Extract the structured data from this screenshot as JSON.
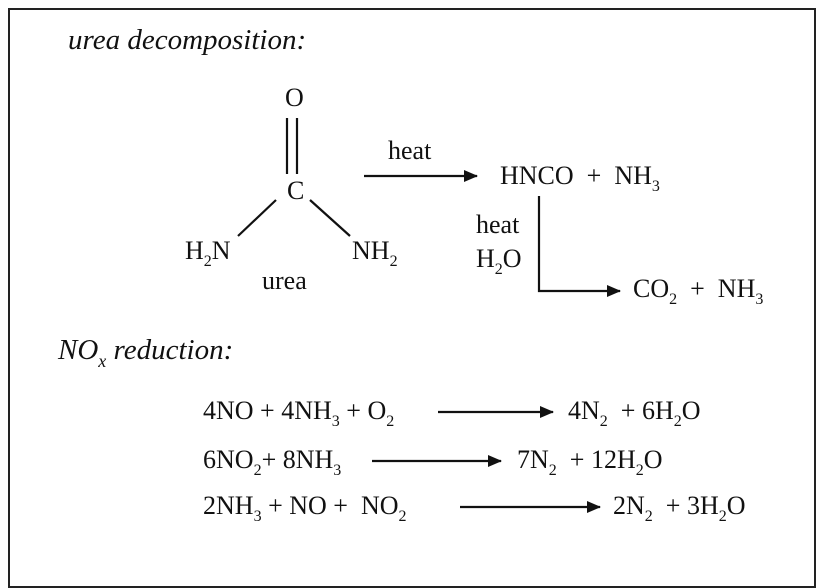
{
  "headings": {
    "urea_decomposition": "urea decomposition:",
    "nox_prefix": "NO",
    "nox_sub": "x",
    "nox_suffix": " reduction:"
  },
  "urea_structure": {
    "top_atom": "O",
    "center_atom": "C",
    "left_group": "H",
    "left_sub": "2",
    "left_end": "N",
    "right_group": "NH",
    "right_sub": "2",
    "name": "urea"
  },
  "reaction1": {
    "condition": "heat",
    "product_a": "HNCO",
    "plus": "+",
    "product_b": "NH",
    "product_b_sub": "3"
  },
  "reaction2": {
    "condition_1": "heat",
    "condition_2": "H",
    "condition_2_sub": "2",
    "condition_2_end": "O",
    "product_a": "CO",
    "product_a_sub": "2",
    "plus": "+",
    "product_b": "NH",
    "product_b_sub": "3"
  },
  "nox_reactions": [
    {
      "reactants": [
        {
          "t": "4NO + 4NH",
          "s": "3"
        },
        {
          "t": " + O",
          "s": "2"
        }
      ],
      "products": [
        {
          "t": "4N",
          "s": "2"
        },
        {
          "t": "  + 6H",
          "s": "2"
        },
        {
          "t": "O",
          "s": ""
        }
      ]
    },
    {
      "reactants": [
        {
          "t": "6NO",
          "s": "2"
        },
        {
          "t": "+ 8NH",
          "s": "3"
        }
      ],
      "products": [
        {
          "t": "7N",
          "s": "2"
        },
        {
          "t": "  + 12H",
          "s": "2"
        },
        {
          "t": "O",
          "s": ""
        }
      ]
    },
    {
      "reactants": [
        {
          "t": "2NH",
          "s": "3"
        },
        {
          "t": " + NO +  NO",
          "s": "2"
        }
      ],
      "products": [
        {
          "t": "2N",
          "s": "2"
        },
        {
          "t": "  + 3H",
          "s": "2"
        },
        {
          "t": "O",
          "s": ""
        }
      ]
    }
  ]
}
